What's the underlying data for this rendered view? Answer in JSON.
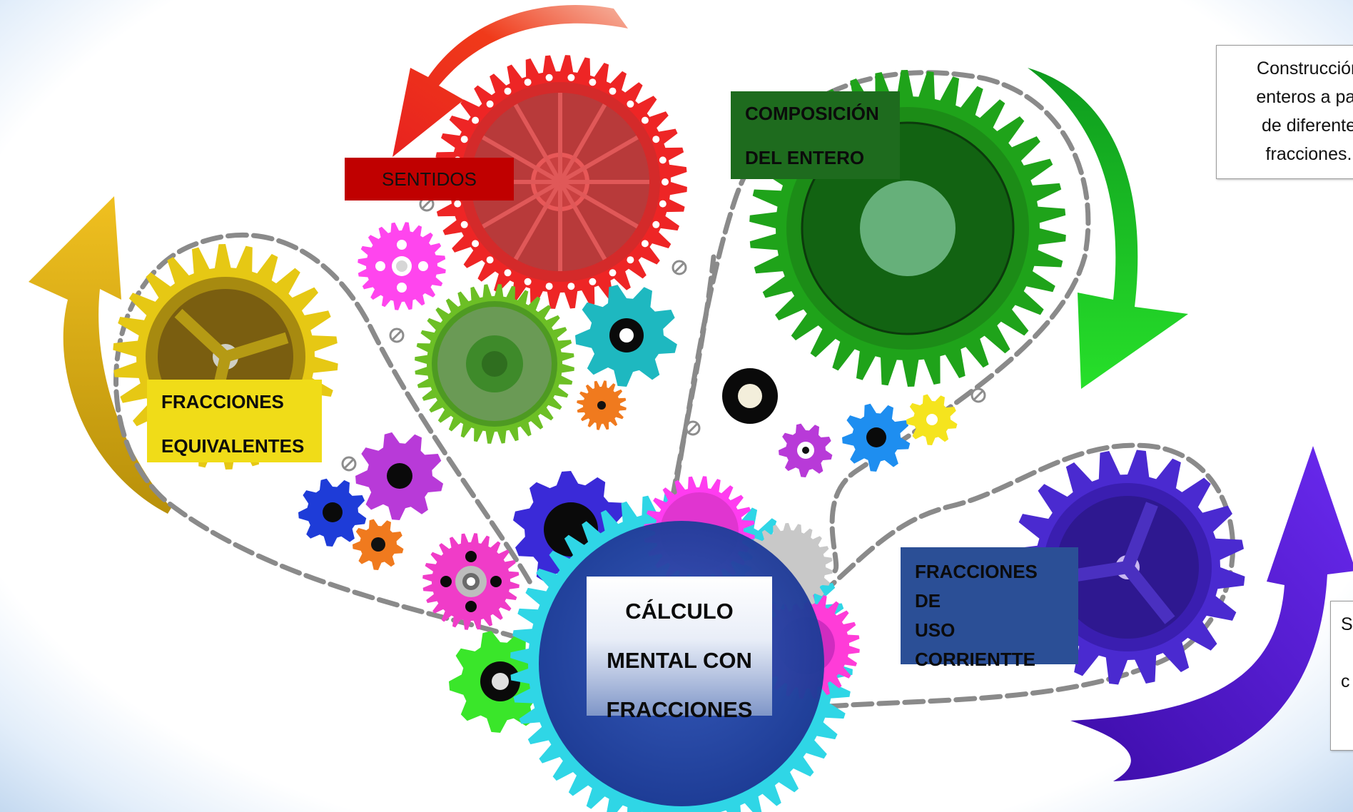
{
  "labels": {
    "sentidos": "SENTIDOS",
    "composicion": [
      "COMPOSICIÓN",
      "DEL ENTERO"
    ],
    "fracciones_equivalentes": [
      "FRACCIONES",
      "EQUIVALENTES"
    ],
    "fracciones_uso": [
      "FRACCIONES DE",
      "USO",
      "CORRIENTTE"
    ],
    "calculo_mental": [
      "CÁLCULO",
      "MENTAL CON",
      "FRACCIONES"
    ]
  },
  "notes": {
    "construccion": [
      "Construcción",
      "enteros a par",
      "de diferente",
      "fracciones."
    ],
    "right_fragment": [
      "S",
      "",
      "c"
    ]
  },
  "colors": {
    "red": "#e8221f",
    "green": "#1fa31a",
    "dark_green": "#1e6b1e",
    "yellow": "#e6c814",
    "purple": "#4a2ad0",
    "blue_circle": "#1f3e9a",
    "cyan": "#2fd6e6",
    "magenta": "#ff3cf0",
    "label_yellow": "#f0dc18",
    "label_red": "#c00000",
    "label_blue": "#2b4f96"
  },
  "icons": [
    "gear-icon",
    "curved-arrow-icon",
    "screw-icon",
    "washer-icon"
  ]
}
